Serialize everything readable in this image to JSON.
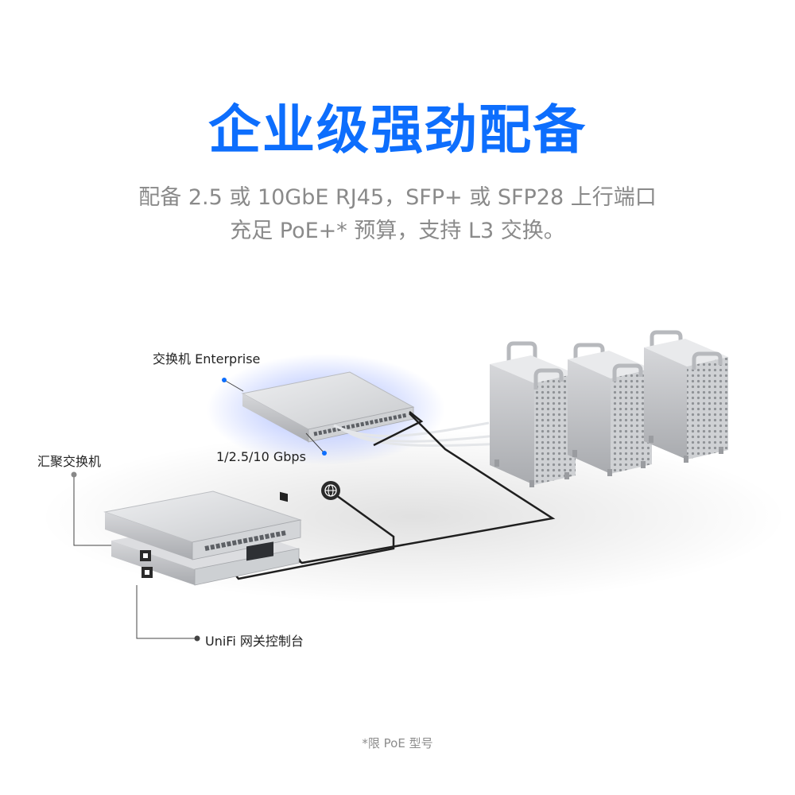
{
  "headline": {
    "title": "企业级强劲配备",
    "subtitle_line1": "配备 2.5 或 10GbE RJ45，SFP+ 或 SFP28 上行端口",
    "subtitle_line2": "充足 PoE+* 预算，支持 L3 交换。"
  },
  "diagram": {
    "labels": {
      "enterprise_switch": "交换机 Enterprise",
      "speed": "1/2.5/10 Gbps",
      "aggregation_switch": "汇聚交换机",
      "gateway": "UniFi 网关控制台"
    },
    "icons": {
      "internet": "globe-icon"
    },
    "colors": {
      "accent": "#0d6efd",
      "glow": "#5b7cff",
      "device_silver": "#d9dadc",
      "cable": "#1f1f1f"
    }
  },
  "footnote": "*限 PoE 型号"
}
